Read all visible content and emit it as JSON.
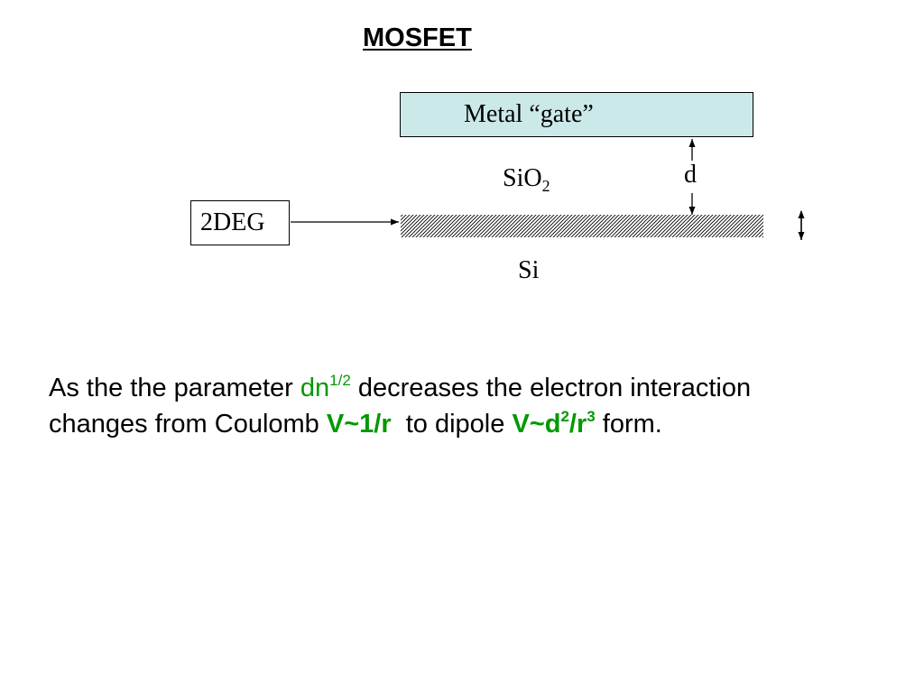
{
  "title": "MOSFET",
  "diagram": {
    "gate_label": "Metal “gate”",
    "oxide_label_base": "SiO",
    "oxide_label_sub": "2",
    "d_label": "d",
    "deg_label": "2DEG",
    "substrate_label": "Si",
    "colors": {
      "gate_fill": "#cce9ea",
      "line": "#000000"
    }
  },
  "text": {
    "line1_part1": "As the the parameter ",
    "param_base": "dn",
    "param_sup": "1/2",
    "line1_part2": " decreases the electron interaction",
    "line2_part1": "changes from Coulomb ",
    "coulomb_form": "V~1/r",
    "line2_part2": "  to dipole ",
    "dipole_base": "V~d",
    "dipole_sup1": "2",
    "dipole_mid": "/r",
    "dipole_sup2": "3",
    "line2_part3": " form.",
    "accent_color": "#009900"
  }
}
